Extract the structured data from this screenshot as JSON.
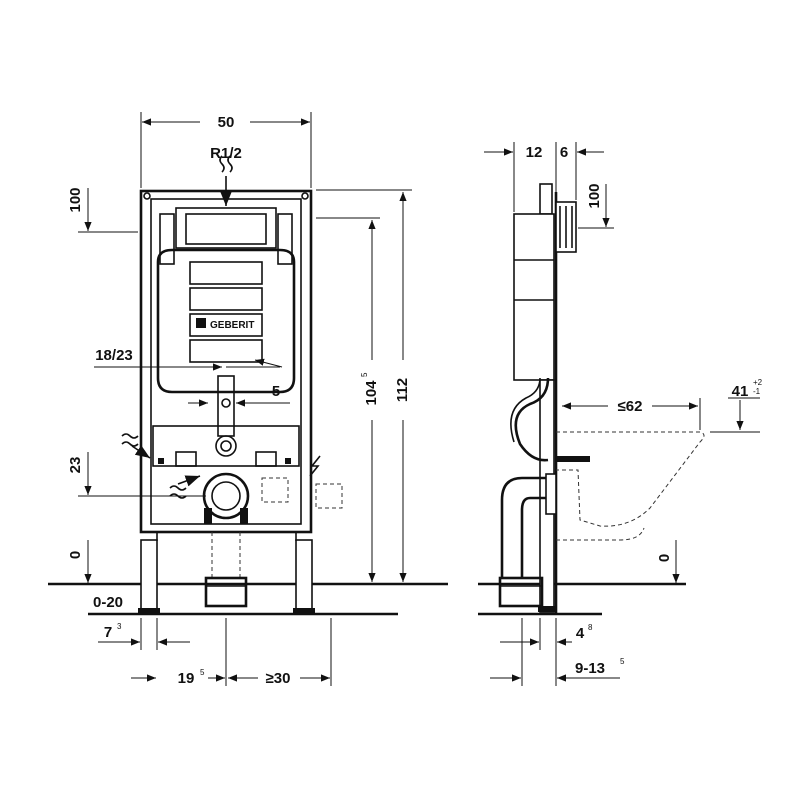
{
  "brand": {
    "logo_text": "GEBERIT"
  },
  "front_view": {
    "width": "50",
    "connection": "R1/2",
    "top_offset": "100",
    "drain_offset": "18/23",
    "small_offset": "5",
    "height_inner": "104",
    "height_inner_sup": "5",
    "height_total": "112",
    "mid_height": "23",
    "floor_zero": "0",
    "floor_range": "0-20",
    "foot_offset": "7",
    "foot_offset_sup": "3",
    "center_offset": "19",
    "center_offset_sup": "5",
    "min_distance": "≥30"
  },
  "side_view": {
    "depth_a": "12",
    "depth_b": "6",
    "top_offset": "100",
    "bowl_length": "≤62",
    "bowl_height": "41",
    "bowl_height_tol_plus": "+2",
    "bowl_height_tol_minus": "-1",
    "floor_zero": "0",
    "foot_depth": "4",
    "foot_depth_sup": "8",
    "wall_range": "9-13",
    "wall_range_sup": "5"
  }
}
